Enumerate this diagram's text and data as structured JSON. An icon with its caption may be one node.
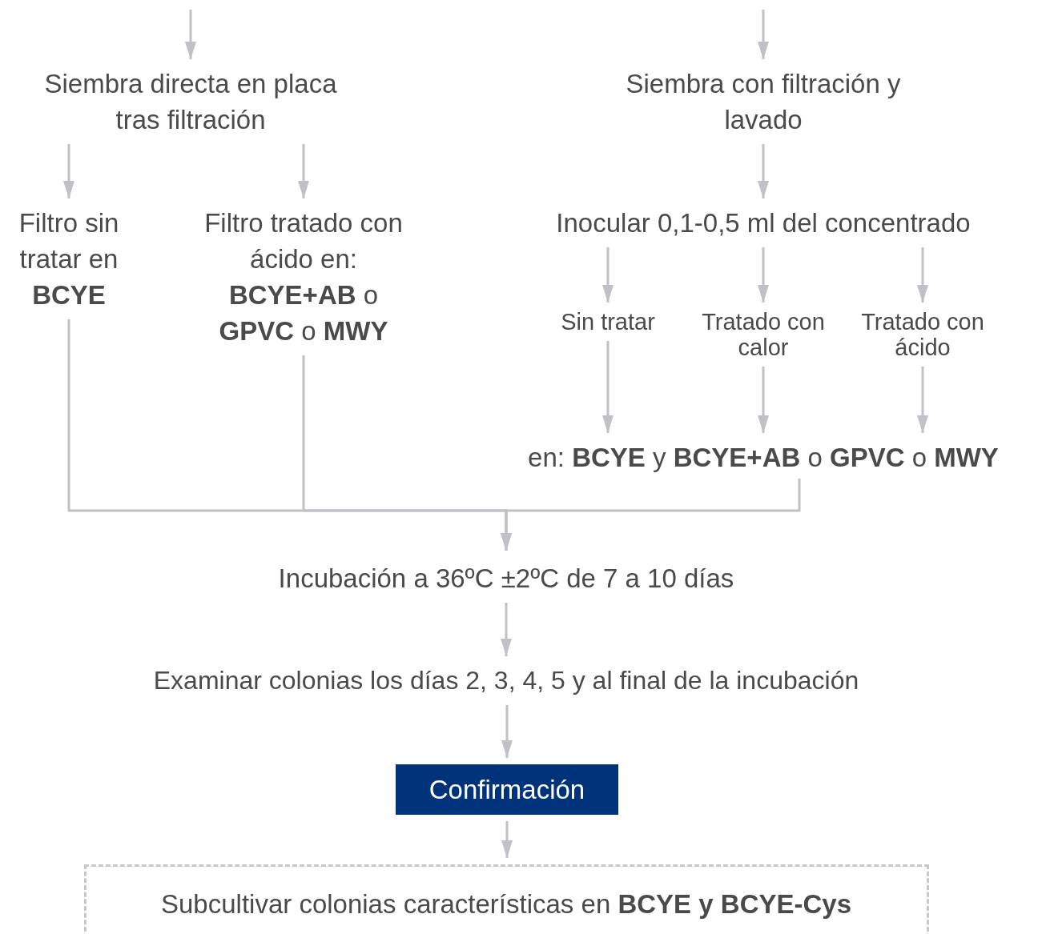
{
  "diagram": {
    "nodes": [
      {
        "text": [
          "Siembra directa en placa tras filtración"
        ]
      },
      {
        "text": [
          "Siembra con filtración y lavado"
        ]
      },
      {
        "text": [
          "Filtro sin tratar en **BCYE**"
        ]
      },
      {
        "text": [
          "Filtro tratado con ácido en: **BCYE+AB** o **GPVC** o **MWY**"
        ]
      },
      {
        "text": [
          "Inocular 0,1-0,5 ml del concentrado"
        ]
      },
      {
        "text": [
          "Sin tratar"
        ]
      },
      {
        "text": [
          "Tratado con calor"
        ]
      },
      {
        "text": [
          "Tratado con ácido"
        ]
      },
      {
        "text": [
          "en: **BCYE** y **BCYE+AB** o **GPVC** o **MWY**"
        ]
      },
      {
        "text": [
          "Incubación a 36ºC ±2ºC de 7 a 10 días"
        ]
      },
      {
        "text": [
          "Examinar colonias los días 2, 3, 4, 5 y al final de la incubación"
        ]
      },
      {
        "text": [
          "Confirmación"
        ]
      },
      {
        "text": [
          "Subcultivar colonias características en **BCYE y BCYE-Cys**"
        ]
      }
    ],
    "edges": [
      {
        "from": null,
        "to": 0,
        "arrow": "to"
      },
      {
        "from": null,
        "to": 1,
        "arrow": "to"
      },
      {
        "from": 0,
        "to": 2,
        "arrow": "to"
      },
      {
        "from": 0,
        "to": 3,
        "arrow": "to"
      },
      {
        "from": 1,
        "to": 4,
        "arrow": "to"
      },
      {
        "from": 4,
        "to": 5,
        "arrow": "to"
      },
      {
        "from": 4,
        "to": 6,
        "arrow": "to"
      },
      {
        "from": 4,
        "to": 7,
        "arrow": "to"
      },
      {
        "from": 5,
        "to": 8,
        "arrow": "to"
      },
      {
        "from": 6,
        "to": 8,
        "arrow": "to"
      },
      {
        "from": 7,
        "to": 8,
        "arrow": "to"
      },
      {
        "from": 2,
        "to": 9,
        "arrow": "to"
      },
      {
        "from": 3,
        "to": 9,
        "arrow": "to"
      },
      {
        "from": 8,
        "to": 9,
        "arrow": "to"
      },
      {
        "from": 9,
        "to": 10,
        "arrow": "to"
      },
      {
        "from": 10,
        "to": 11,
        "arrow": "to"
      },
      {
        "from": 11,
        "to": 12,
        "arrow": "to"
      }
    ]
  }
}
